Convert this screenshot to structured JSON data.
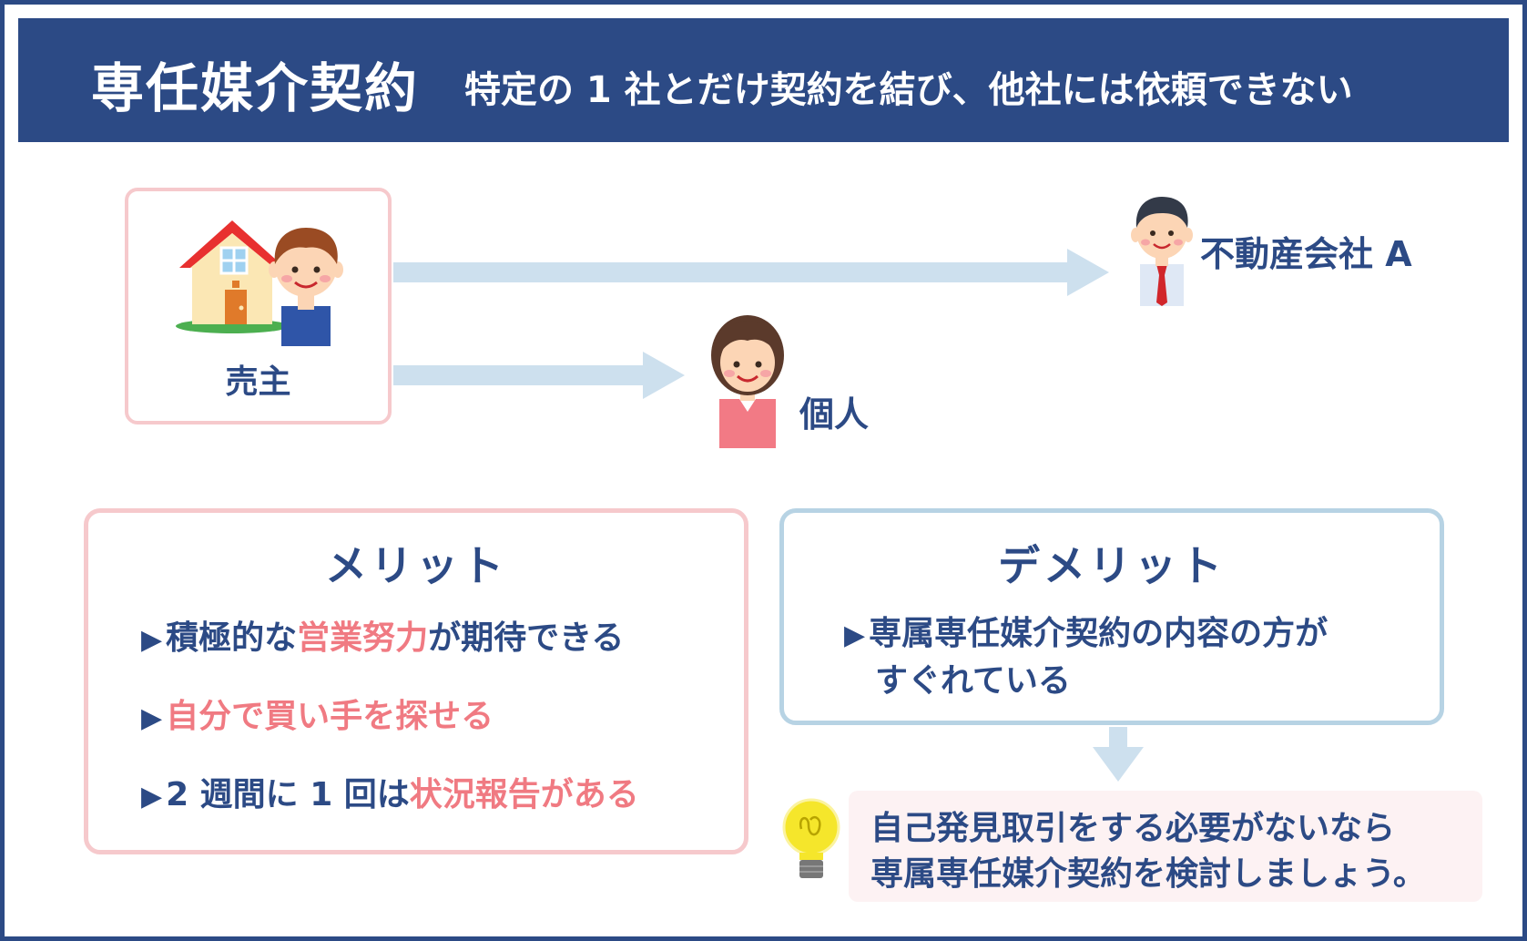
{
  "header": {
    "title": "専任媒介契約",
    "subtitle": "特定の 1 社とだけ契約を結び、他社には依頼できない"
  },
  "seller": {
    "label": "売主"
  },
  "targets": {
    "company": "不動産会社 A",
    "individual": "個人"
  },
  "merit": {
    "title": "メリット",
    "items": [
      {
        "parts": [
          "積極的な",
          "営業努力",
          "が期待できる"
        ]
      },
      {
        "parts": [
          "",
          "自分で買い手を探せる",
          ""
        ]
      },
      {
        "parts": [
          "2 週間に 1 回は",
          "状況報告がある",
          ""
        ]
      }
    ]
  },
  "demerit": {
    "title": "デメリット",
    "items": [
      {
        "lines": [
          "専属専任媒介契約の内容の方が",
          "すぐれている"
        ]
      }
    ]
  },
  "tip": {
    "lines": [
      "自己発見取引をする必要がないなら",
      "専属専任媒介契約を検討しましょう。"
    ]
  },
  "colors": {
    "navy": "#2c4a85",
    "pink_text": "#f07a82",
    "pink_border": "#f6c9cc",
    "blue_border": "#b7d3e4",
    "arrow": "#cde0ee"
  }
}
